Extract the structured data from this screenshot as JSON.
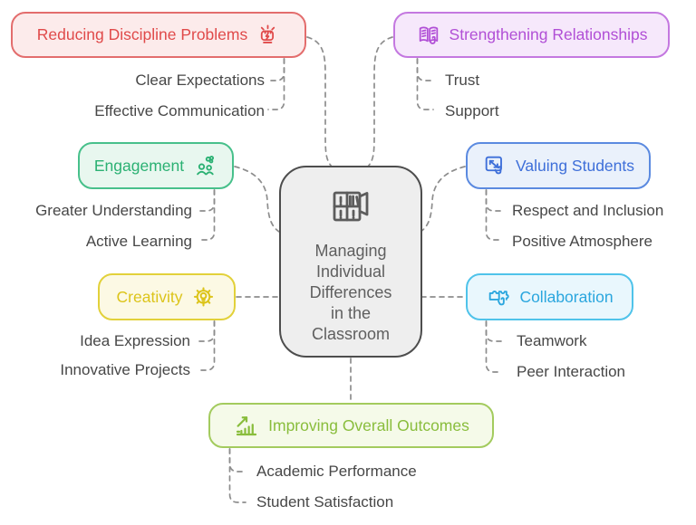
{
  "diagram": {
    "connector_color": "#8d8d8d",
    "subtopic_text_color": "#474747",
    "center": {
      "label": "Managing Individual Differences in the Classroom",
      "label_lines": [
        "Managing",
        "Individual",
        "Differences",
        "in the",
        "Classroom"
      ],
      "icon": "bookshelf-door-icon",
      "text_color": "#5f5f5f",
      "border_color": "#4d4d4d",
      "bg_color": "#eeeeee"
    },
    "branches": [
      {
        "label": "Reducing Discipline Problems",
        "icon": "raised-fist-icon",
        "side": "top-left",
        "text_color": "#e04a4a",
        "border_color": "#e36d6d",
        "bg_color": "#fcebeb",
        "children": [
          "Clear Expectations",
          "Effective Communication"
        ]
      },
      {
        "label": "Strengthening Relationships",
        "icon": "open-book-hand-icon",
        "side": "top-right",
        "text_color": "#b14fd6",
        "border_color": "#c478e0",
        "bg_color": "#f6e8fb",
        "children": [
          "Trust",
          "Support"
        ]
      },
      {
        "label": "Engagement",
        "icon": "people-group-icon",
        "side": "left",
        "text_color": "#2bb173",
        "border_color": "#47c08b",
        "bg_color": "#e8f7ef",
        "children": [
          "Greater Understanding",
          "Active Learning"
        ]
      },
      {
        "label": "Valuing Students",
        "icon": "expand-select-hand-icon",
        "side": "right",
        "text_color": "#3e6fd9",
        "border_color": "#5b8ae0",
        "bg_color": "#eaf1fb",
        "children": [
          "Respect and Inclusion",
          "Positive Atmosphere"
        ]
      },
      {
        "label": "Creativity",
        "icon": "gear-lightbulb-icon",
        "side": "left",
        "text_color": "#dcc41a",
        "border_color": "#e2d13a",
        "bg_color": "#fcf9e4",
        "children": [
          "Idea Expression",
          "Innovative Projects"
        ]
      },
      {
        "label": "Collaboration",
        "icon": "puzzle-hand-icon",
        "side": "right",
        "text_color": "#2aa6de",
        "border_color": "#4fc3ea",
        "bg_color": "#e9f7fd",
        "children": [
          "Teamwork",
          "Peer Interaction"
        ]
      },
      {
        "label": "Improving Overall Outcomes",
        "icon": "growth-chart-icon",
        "side": "bottom",
        "text_color": "#89bd3c",
        "border_color": "#a3cb5e",
        "bg_color": "#f5fae9",
        "children": [
          "Academic Performance",
          "Student Satisfaction"
        ]
      }
    ]
  }
}
